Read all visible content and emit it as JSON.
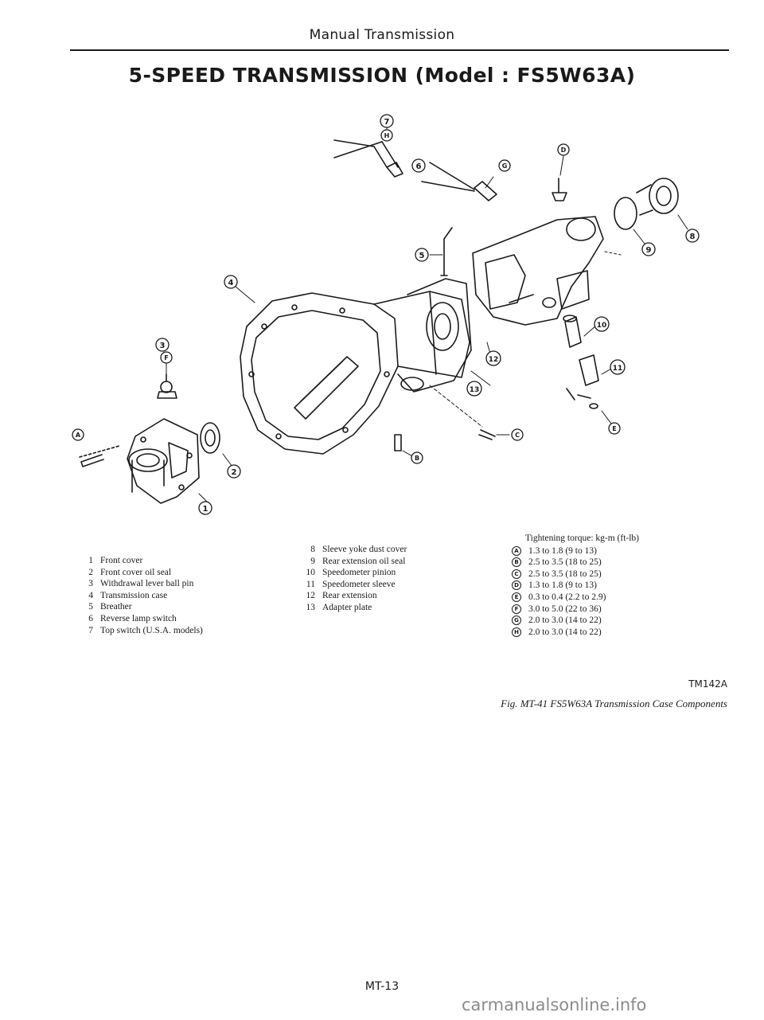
{
  "header": {
    "section": "Manual Transmission",
    "title": "5-SPEED TRANSMISSION (Model : FS5W63A)"
  },
  "figure": {
    "callouts": {
      "1": "1",
      "2": "2",
      "3": "3",
      "4": "4",
      "5": "5",
      "6": "6",
      "7": "7",
      "8": "8",
      "9": "9",
      "10": "10",
      "11": "11",
      "12": "12",
      "13": "13",
      "A": "A",
      "B": "B",
      "C": "C",
      "D": "D",
      "E": "E",
      "F": "F",
      "G": "G",
      "H": "H"
    },
    "code": "TM142A",
    "caption": "Fig. MT-41 FS5W63A Transmission Case Components"
  },
  "legend_left": [
    {
      "num": "1",
      "text": "Front cover"
    },
    {
      "num": "2",
      "text": "Front cover oil seal"
    },
    {
      "num": "3",
      "text": "Withdrawal lever ball pin"
    },
    {
      "num": "4",
      "text": "Transmission case"
    },
    {
      "num": "5",
      "text": "Breather"
    },
    {
      "num": "6",
      "text": "Reverse lamp switch"
    },
    {
      "num": "7",
      "text": "Top switch (U.S.A. models)"
    }
  ],
  "legend_mid": [
    {
      "num": "8",
      "text": "Sleeve yoke dust cover"
    },
    {
      "num": "9",
      "text": "Rear extension oil seal"
    },
    {
      "num": "10",
      "text": "Speedometer pinion"
    },
    {
      "num": "11",
      "text": "Speedometer sleeve"
    },
    {
      "num": "12",
      "text": "Rear extension"
    },
    {
      "num": "13",
      "text": "Adapter plate"
    }
  ],
  "torque": {
    "heading": "Tightening torque: kg-m (ft-lb)",
    "items": [
      {
        "key": "A",
        "value": "1.3 to 1.8 (9 to 13)"
      },
      {
        "key": "B",
        "value": "2.5 to 3.5 (18 to 25)"
      },
      {
        "key": "C",
        "value": "2.5 to 3.5 (18 to 25)"
      },
      {
        "key": "D",
        "value": "1.3 to 1.8 (9 to 13)"
      },
      {
        "key": "E",
        "value": "0.3 to 0.4 (2.2 to 2.9)"
      },
      {
        "key": "F",
        "value": "3.0 to 5.0 (22 to 36)"
      },
      {
        "key": "G",
        "value": "2.0 to 3.0 (14 to 22)"
      },
      {
        "key": "H",
        "value": "2.0 to 3.0 (14 to 22)"
      }
    ]
  },
  "footer": {
    "page_number": "MT-13",
    "watermark": "carmanualsonline.info"
  }
}
